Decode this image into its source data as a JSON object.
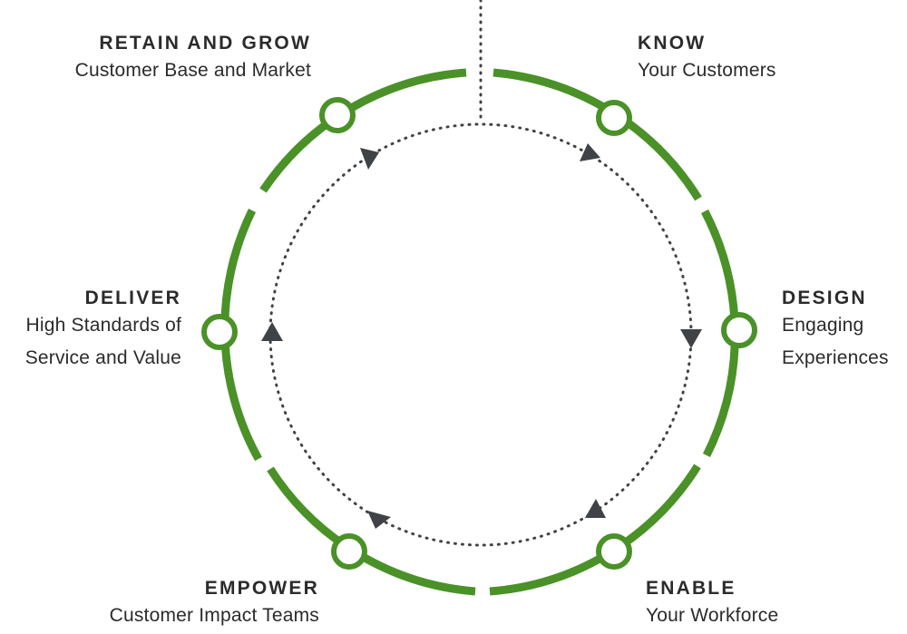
{
  "stages": [
    {
      "id": "retain",
      "title": "RETAIN AND GROW",
      "lines": [
        "Customer Base and Market"
      ]
    },
    {
      "id": "know",
      "title": "KNOW",
      "lines": [
        "Your Customers"
      ]
    },
    {
      "id": "design",
      "title": "DESIGN",
      "lines": [
        "Engaging",
        "Experiences"
      ]
    },
    {
      "id": "enable",
      "title": "ENABLE",
      "lines": [
        "Your Workforce"
      ]
    },
    {
      "id": "empower",
      "title": "EMPOWER",
      "lines": [
        "Customer Impact Teams"
      ]
    },
    {
      "id": "deliver",
      "title": "DELIVER",
      "lines": [
        "High Standards of",
        "Service and Value"
      ]
    }
  ],
  "colors": {
    "ring": "#4a9128",
    "text": "#2b2b2b",
    "arrow": "#3f4347",
    "dots": "#3f4347"
  }
}
